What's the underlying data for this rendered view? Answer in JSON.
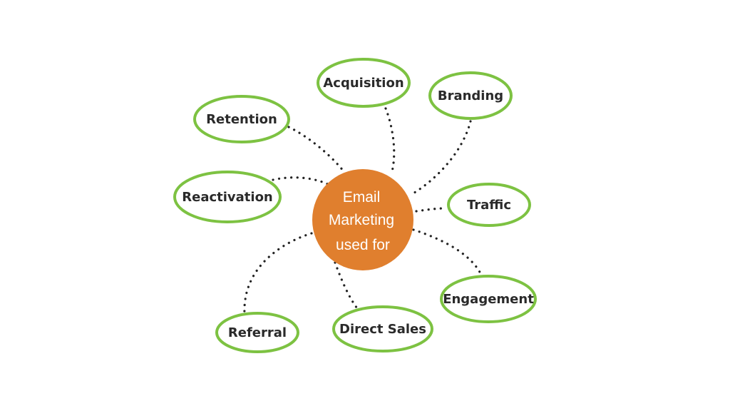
{
  "center": {
    "lines": [
      "Email",
      "Marketing",
      "used for"
    ]
  },
  "nodes": [
    {
      "id": "acquisition",
      "label": "Acquisition"
    },
    {
      "id": "branding",
      "label": "Branding"
    },
    {
      "id": "retention",
      "label": "Retention"
    },
    {
      "id": "reactivation",
      "label": "Reactivation"
    },
    {
      "id": "traffic",
      "label": "Traffic"
    },
    {
      "id": "engagement",
      "label": "Engagement"
    },
    {
      "id": "referral",
      "label": "Referral"
    },
    {
      "id": "direct-sales",
      "label": "Direct Sales"
    }
  ],
  "colors": {
    "center_fill": "#e07f2e",
    "node_stroke": "#7dc242",
    "connector": "#222222",
    "node_text": "#2a2a2a"
  }
}
